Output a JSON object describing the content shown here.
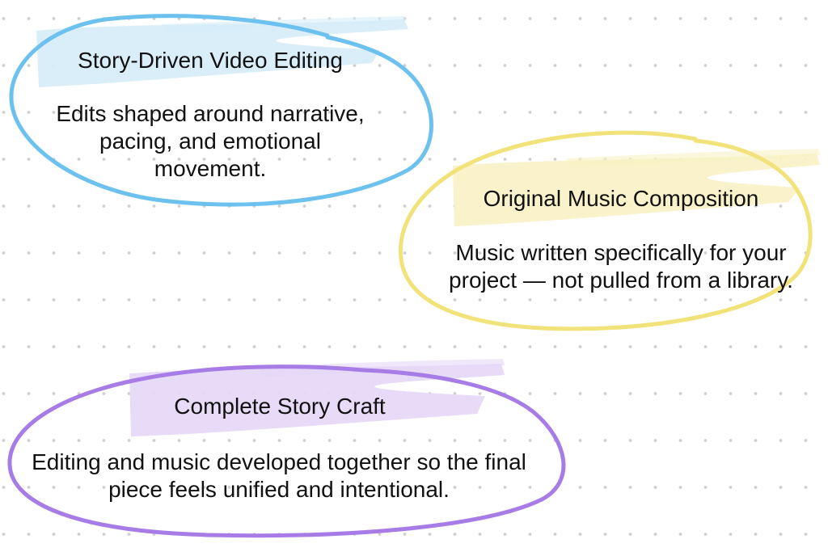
{
  "cards": [
    {
      "title": "Story-Driven Video Editing",
      "description": "Edits shaped around narrative, pacing, and emotional movement.",
      "color": "#6cc1ee",
      "brush_color": "#d6ecfa"
    },
    {
      "title": "Original Music Composition",
      "description": "Music written specifically for your project — not pulled from a library.",
      "color": "#f2e27a",
      "brush_color": "#f8f1c4"
    },
    {
      "title": "Complete Story Craft",
      "description": "Editing and music developed together so the final piece feels unified and intentional.",
      "color": "#a77ce6",
      "brush_color": "#e4d7f7"
    }
  ]
}
